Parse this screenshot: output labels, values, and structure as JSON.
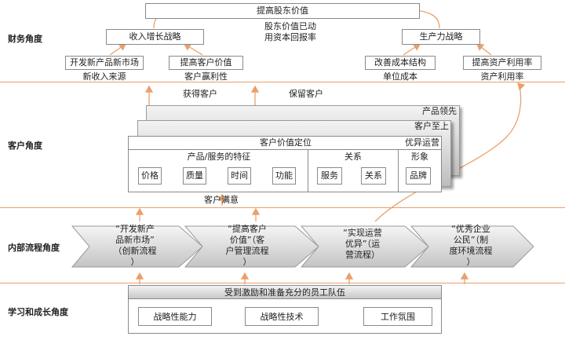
{
  "perspectives": {
    "financial": "财务角度",
    "customer": "客户角度",
    "internal": "内部流程角度",
    "learning": "学习和成长角度"
  },
  "financial": {
    "top_goal": "提高股东价值",
    "shareholder_note_1": "股东价值已动",
    "shareholder_note_2": "用资本回报率",
    "revenue_strategy": "收入增长战略",
    "productivity_strategy": "生产力战略",
    "new_market": "开发新产品新市场",
    "new_revenue": "新收入来源",
    "customer_value": "提高客户价值",
    "customer_profit": "客户赢利性",
    "cost_structure": "改善成本结构",
    "unit_cost": "单位成本",
    "asset_use": "提高资产利用率",
    "asset_rate": "资产利用率"
  },
  "customer": {
    "acquire": "获得客户",
    "retain": "保留客户",
    "product_leadership": "产品领先",
    "customer_first": "客户至上",
    "value_proposition": "客户价值定位",
    "operational_excellence": "优异运营",
    "product_attributes": "产品/服务的特征",
    "relationship": "关系",
    "image": "形象",
    "price": "价格",
    "quality": "质量",
    "time": "时间",
    "function": "功能",
    "service": "服务",
    "relation": "关系",
    "brand": "品牌",
    "satisfaction": "客户满意"
  },
  "internal": {
    "process1": [
      "“开发新产",
      "品新市场”",
      "（创新流程",
      "）"
    ],
    "process2": [
      "“提高客户",
      "价值”（客",
      "户管理流程",
      "）"
    ],
    "process3": [
      "“实现运营",
      "优异”（运",
      "营流程）"
    ],
    "process4": [
      "“优秀企业",
      "公民”（制",
      "度环境流程",
      "）"
    ]
  },
  "learning": {
    "workforce": "受到激励和准备充分的员工队伍",
    "capability": "战略性能力",
    "technology": "战略性技术",
    "climate": "工作氛围"
  },
  "colors": {
    "divider": "#e9a06a",
    "arrow": "#e9a06a",
    "box_border": "#8a8a8a"
  }
}
